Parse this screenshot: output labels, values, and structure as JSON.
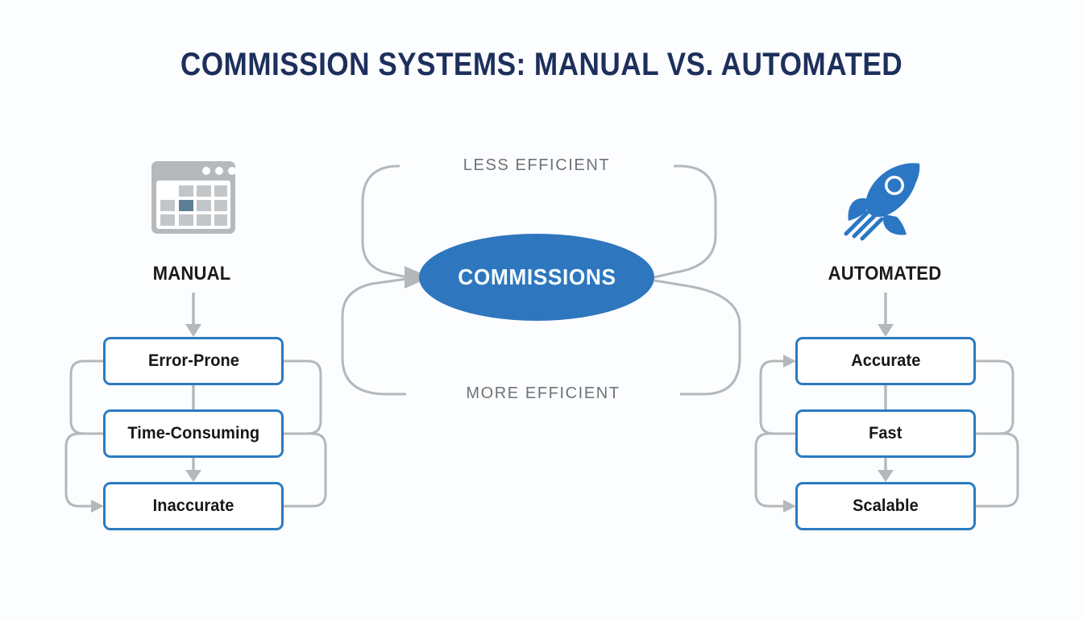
{
  "page": {
    "title": "COMMISSION SYSTEMS: MANUAL VS. AUTOMATED",
    "background_color": "#fcfdfe",
    "title_color": "#1d2f5c"
  },
  "hub": {
    "label": "COMMISSIONS",
    "fill_color": "#2e76bd",
    "text_color": "#f4fbff"
  },
  "loops": {
    "upper_caption": "LESS EFFICIENT",
    "lower_caption": "MORE EFFICIENT",
    "caption_color": "#6e7276",
    "connector_color": "#b5b8ba"
  },
  "left": {
    "header": "MANUAL",
    "icon": "spreadsheet-icon",
    "box_border_color": "#2b7bc0",
    "items": [
      {
        "label": "Error-Prone"
      },
      {
        "label": "Time-Consuming"
      },
      {
        "label": "Inaccurate"
      }
    ]
  },
  "right": {
    "header": "AUTOMATED",
    "icon": "rocket-icon",
    "box_border_color": "#2b7bc0",
    "items": [
      {
        "label": "Accurate"
      },
      {
        "label": "Fast"
      },
      {
        "label": "Scalable"
      }
    ]
  },
  "chart_data": {
    "type": "diagram",
    "title": "COMMISSION SYSTEMS: MANUAL VS. AUTOMATED",
    "center_node": "COMMISSIONS",
    "branches": [
      {
        "name": "MANUAL",
        "efficiency_caption": "LESS EFFICIENT",
        "side": "left",
        "icon": "spreadsheet-icon",
        "nodes": [
          "Error-Prone",
          "Time-Consuming",
          "Inaccurate"
        ]
      },
      {
        "name": "AUTOMATED",
        "efficiency_caption": "MORE EFFICIENT",
        "side": "right",
        "icon": "rocket-icon",
        "nodes": [
          "Accurate",
          "Fast",
          "Scalable"
        ]
      }
    ]
  }
}
